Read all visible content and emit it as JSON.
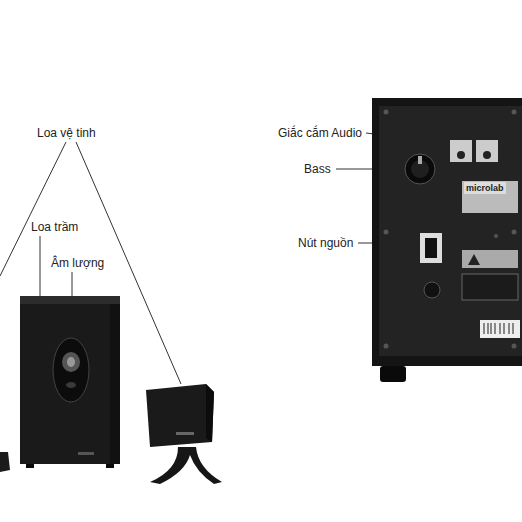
{
  "diagram": {
    "labels": [
      "Loa vệ tinh",
      "Loa trầm",
      "Âm lượng",
      "Giắc cắm Audio",
      "Bass",
      "Nút nguồn",
      "microlab"
    ]
  }
}
